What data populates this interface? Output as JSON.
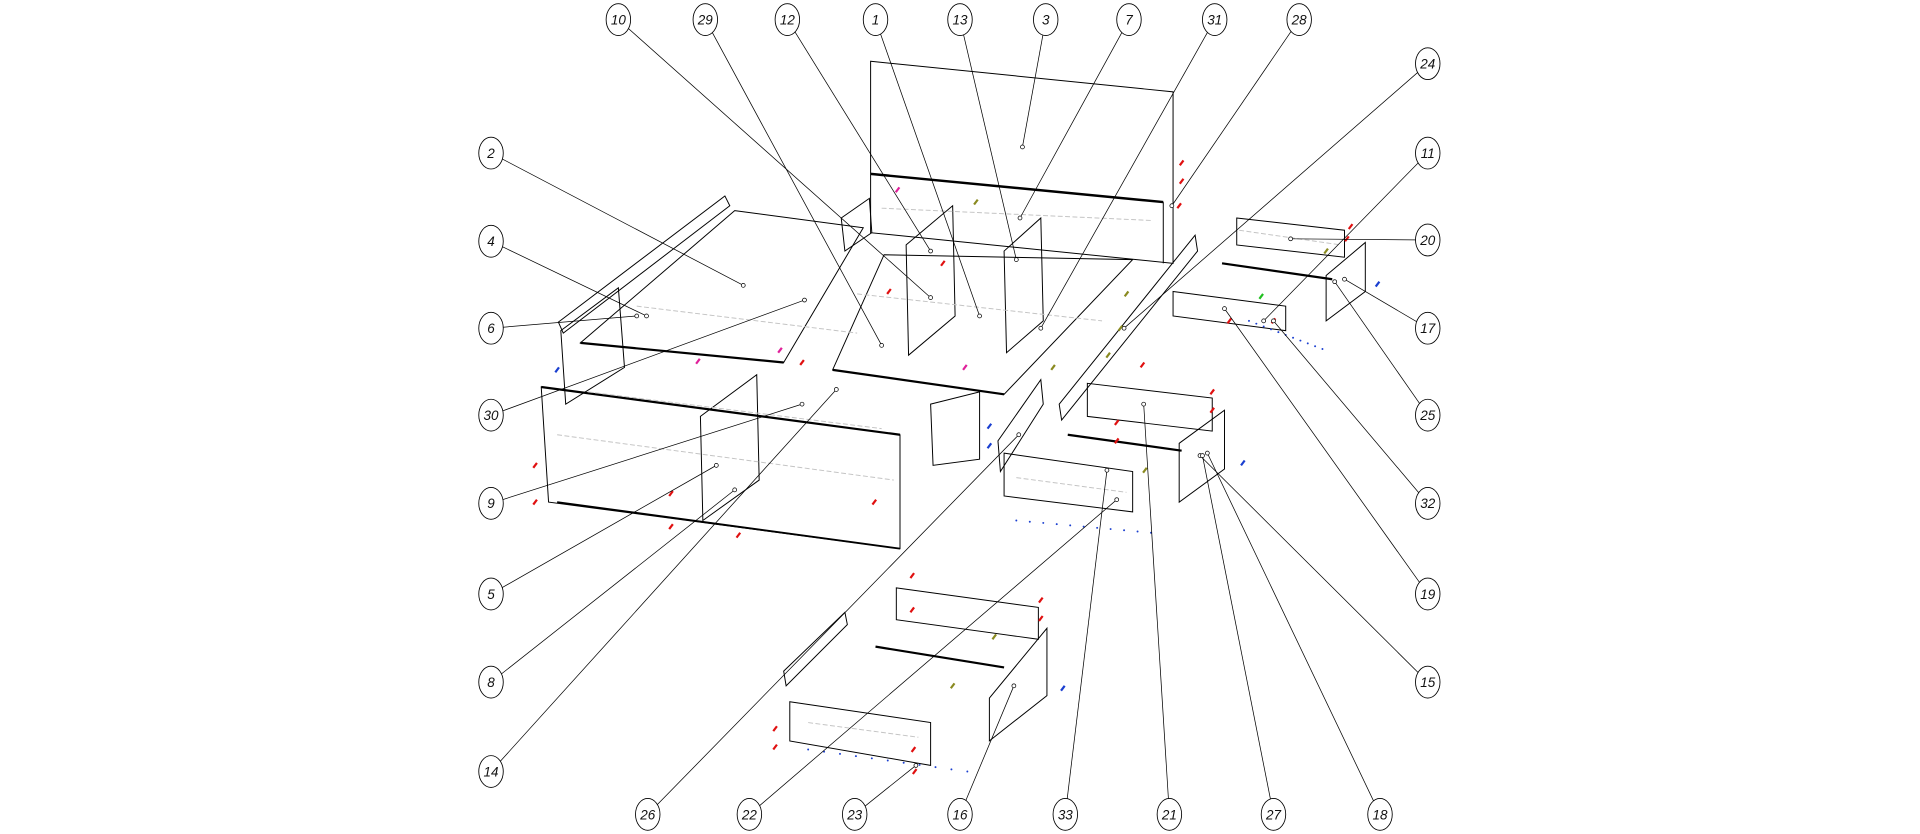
{
  "diagram": {
    "type": "exploded-assembly",
    "callouts": {
      "top": [
        "10",
        "29",
        "12",
        "1",
        "13",
        "3",
        "7",
        "31",
        "28"
      ],
      "right": [
        "24",
        "11",
        "20",
        "17",
        "25",
        "32",
        "19",
        "15"
      ],
      "left": [
        "2",
        "4",
        "6",
        "30",
        "9",
        "5",
        "8",
        "14"
      ],
      "bottom": [
        "26",
        "22",
        "23",
        "16",
        "33",
        "21",
        "27",
        "18"
      ]
    },
    "colors": {
      "line": "#000000",
      "hidden": "#bdbdbd",
      "dowel_red": "#e01010",
      "fitting_blue": "#1a3fd0",
      "marker_olive": "#8a8a20",
      "accent_magenta": "#e0209a",
      "accent_cyan": "#1e8cf0",
      "accent_green": "#20c020"
    }
  }
}
